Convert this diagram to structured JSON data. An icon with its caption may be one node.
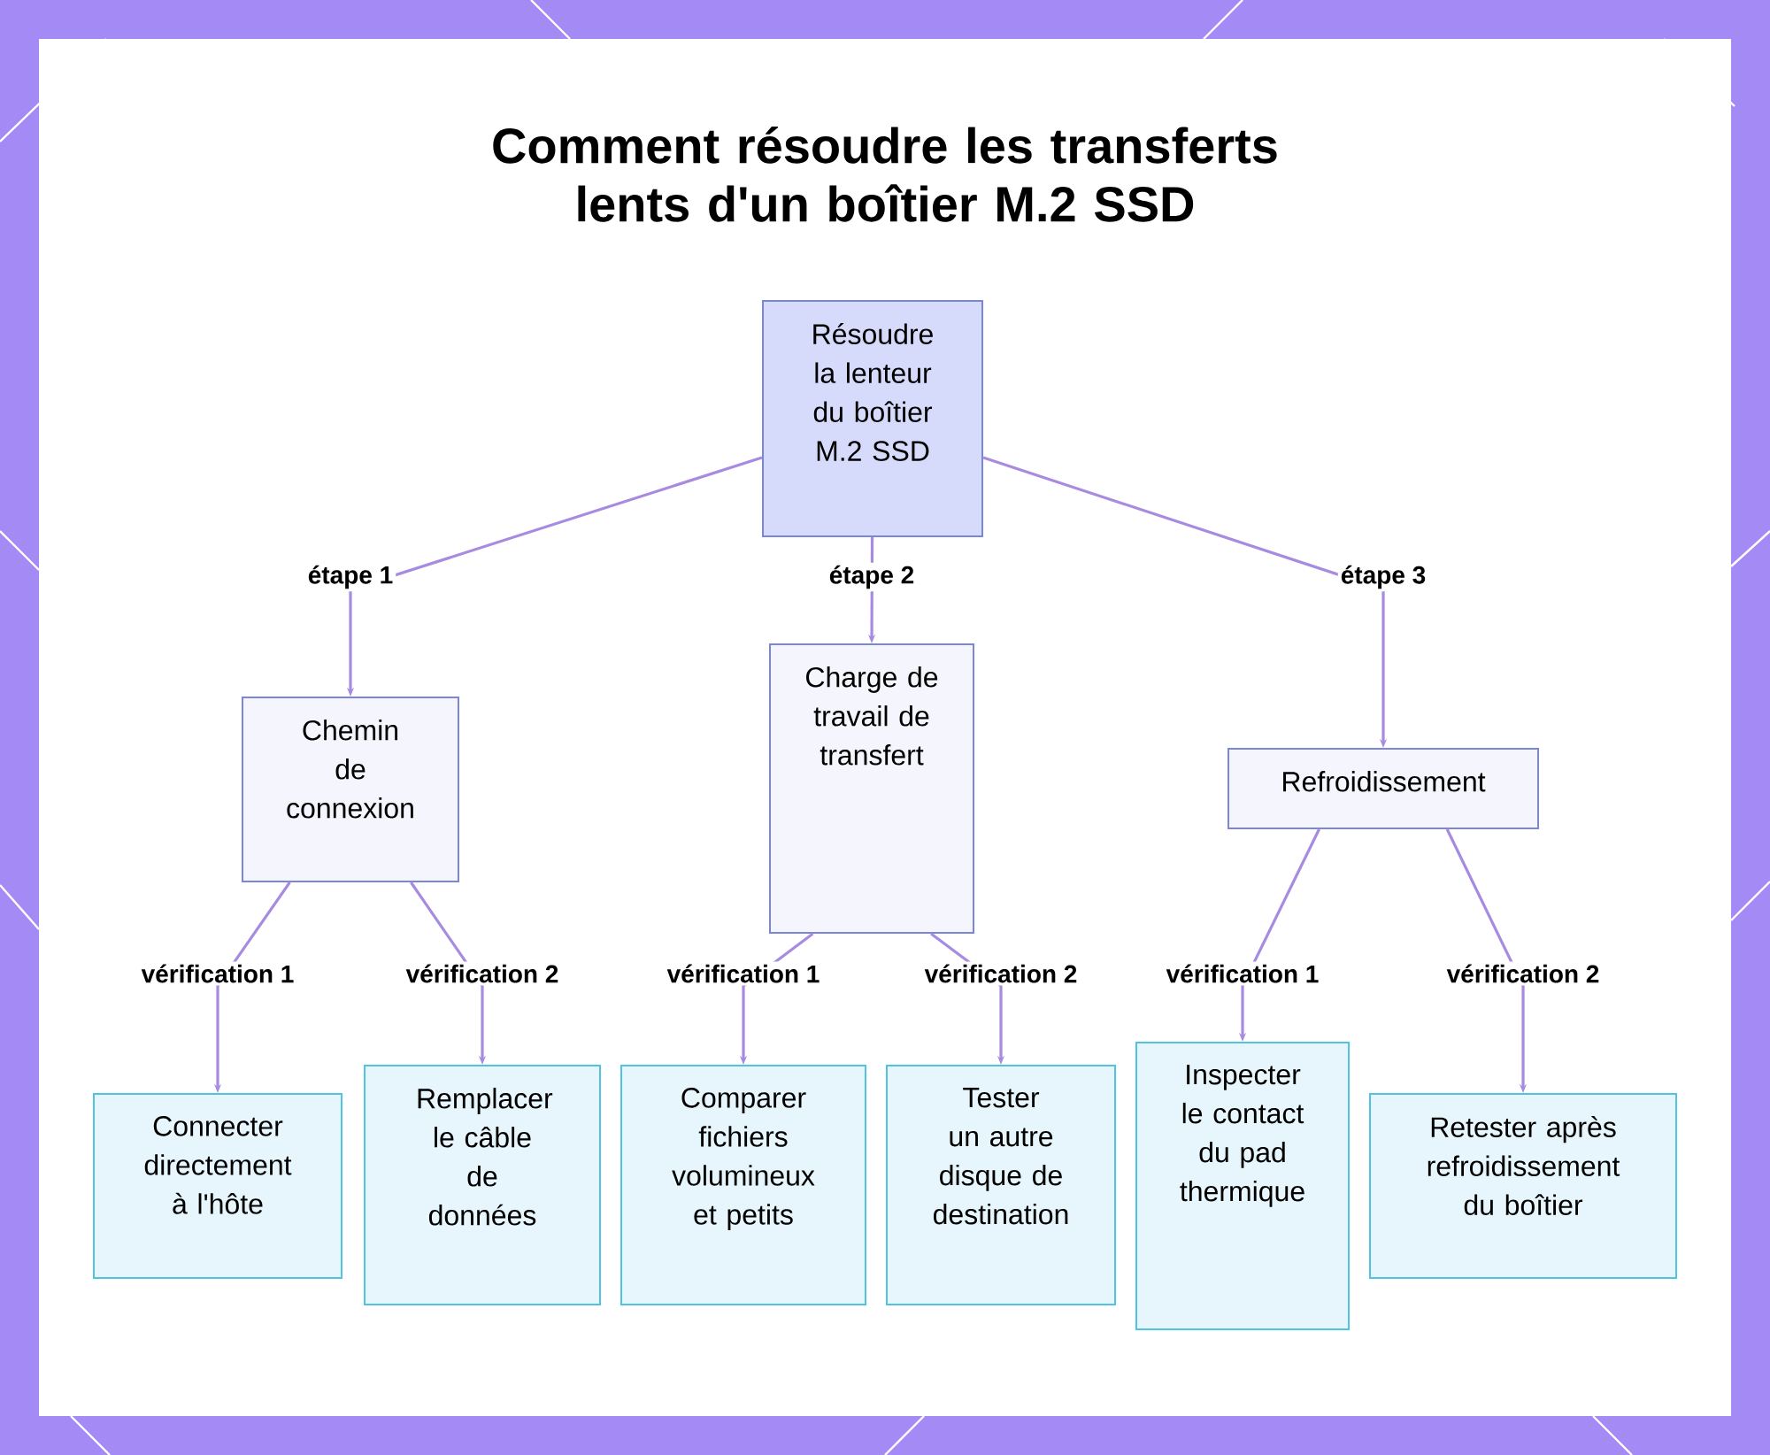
{
  "diagram": {
    "title": "Comment résoudre les transferts lents d'un boîtier M.2 SSD",
    "nodes": [
      {
        "text": [
          "Résoudre la lenteur du boîtier M.2 SSD"
        ]
      },
      {
        "text": [
          "Chemin de connexion"
        ]
      },
      {
        "text": [
          "Charge de travail de transfert"
        ]
      },
      {
        "text": [
          "Refroidissement"
        ]
      },
      {
        "text": [
          "Connecter directement à l'hôte"
        ]
      },
      {
        "text": [
          "Remplacer le câble de données"
        ]
      },
      {
        "text": [
          "Comparer fichiers volumineux et petits"
        ]
      },
      {
        "text": [
          "Tester un autre disque de destination"
        ]
      },
      {
        "text": [
          "Inspecter le contact du pad thermique"
        ]
      },
      {
        "text": [
          "Retester après refroidissement du boîtier"
        ]
      }
    ],
    "edges": [
      {
        "from": 0,
        "to": 1,
        "arrow": "to",
        "label": "étape 1"
      },
      {
        "from": 0,
        "to": 2,
        "arrow": "to",
        "label": "étape 2"
      },
      {
        "from": 0,
        "to": 3,
        "arrow": "to",
        "label": "étape 3"
      },
      {
        "from": 1,
        "to": 4,
        "arrow": "to",
        "label": "vérification 1"
      },
      {
        "from": 1,
        "to": 5,
        "arrow": "to",
        "label": "vérification 2"
      },
      {
        "from": 2,
        "to": 6,
        "arrow": "to",
        "label": "vérification 1"
      },
      {
        "from": 2,
        "to": 7,
        "arrow": "to",
        "label": "vérification 2"
      },
      {
        "from": 3,
        "to": 8,
        "arrow": "to",
        "label": "vérification 1"
      },
      {
        "from": 3,
        "to": 9,
        "arrow": "to",
        "label": "vérification 2"
      }
    ]
  }
}
